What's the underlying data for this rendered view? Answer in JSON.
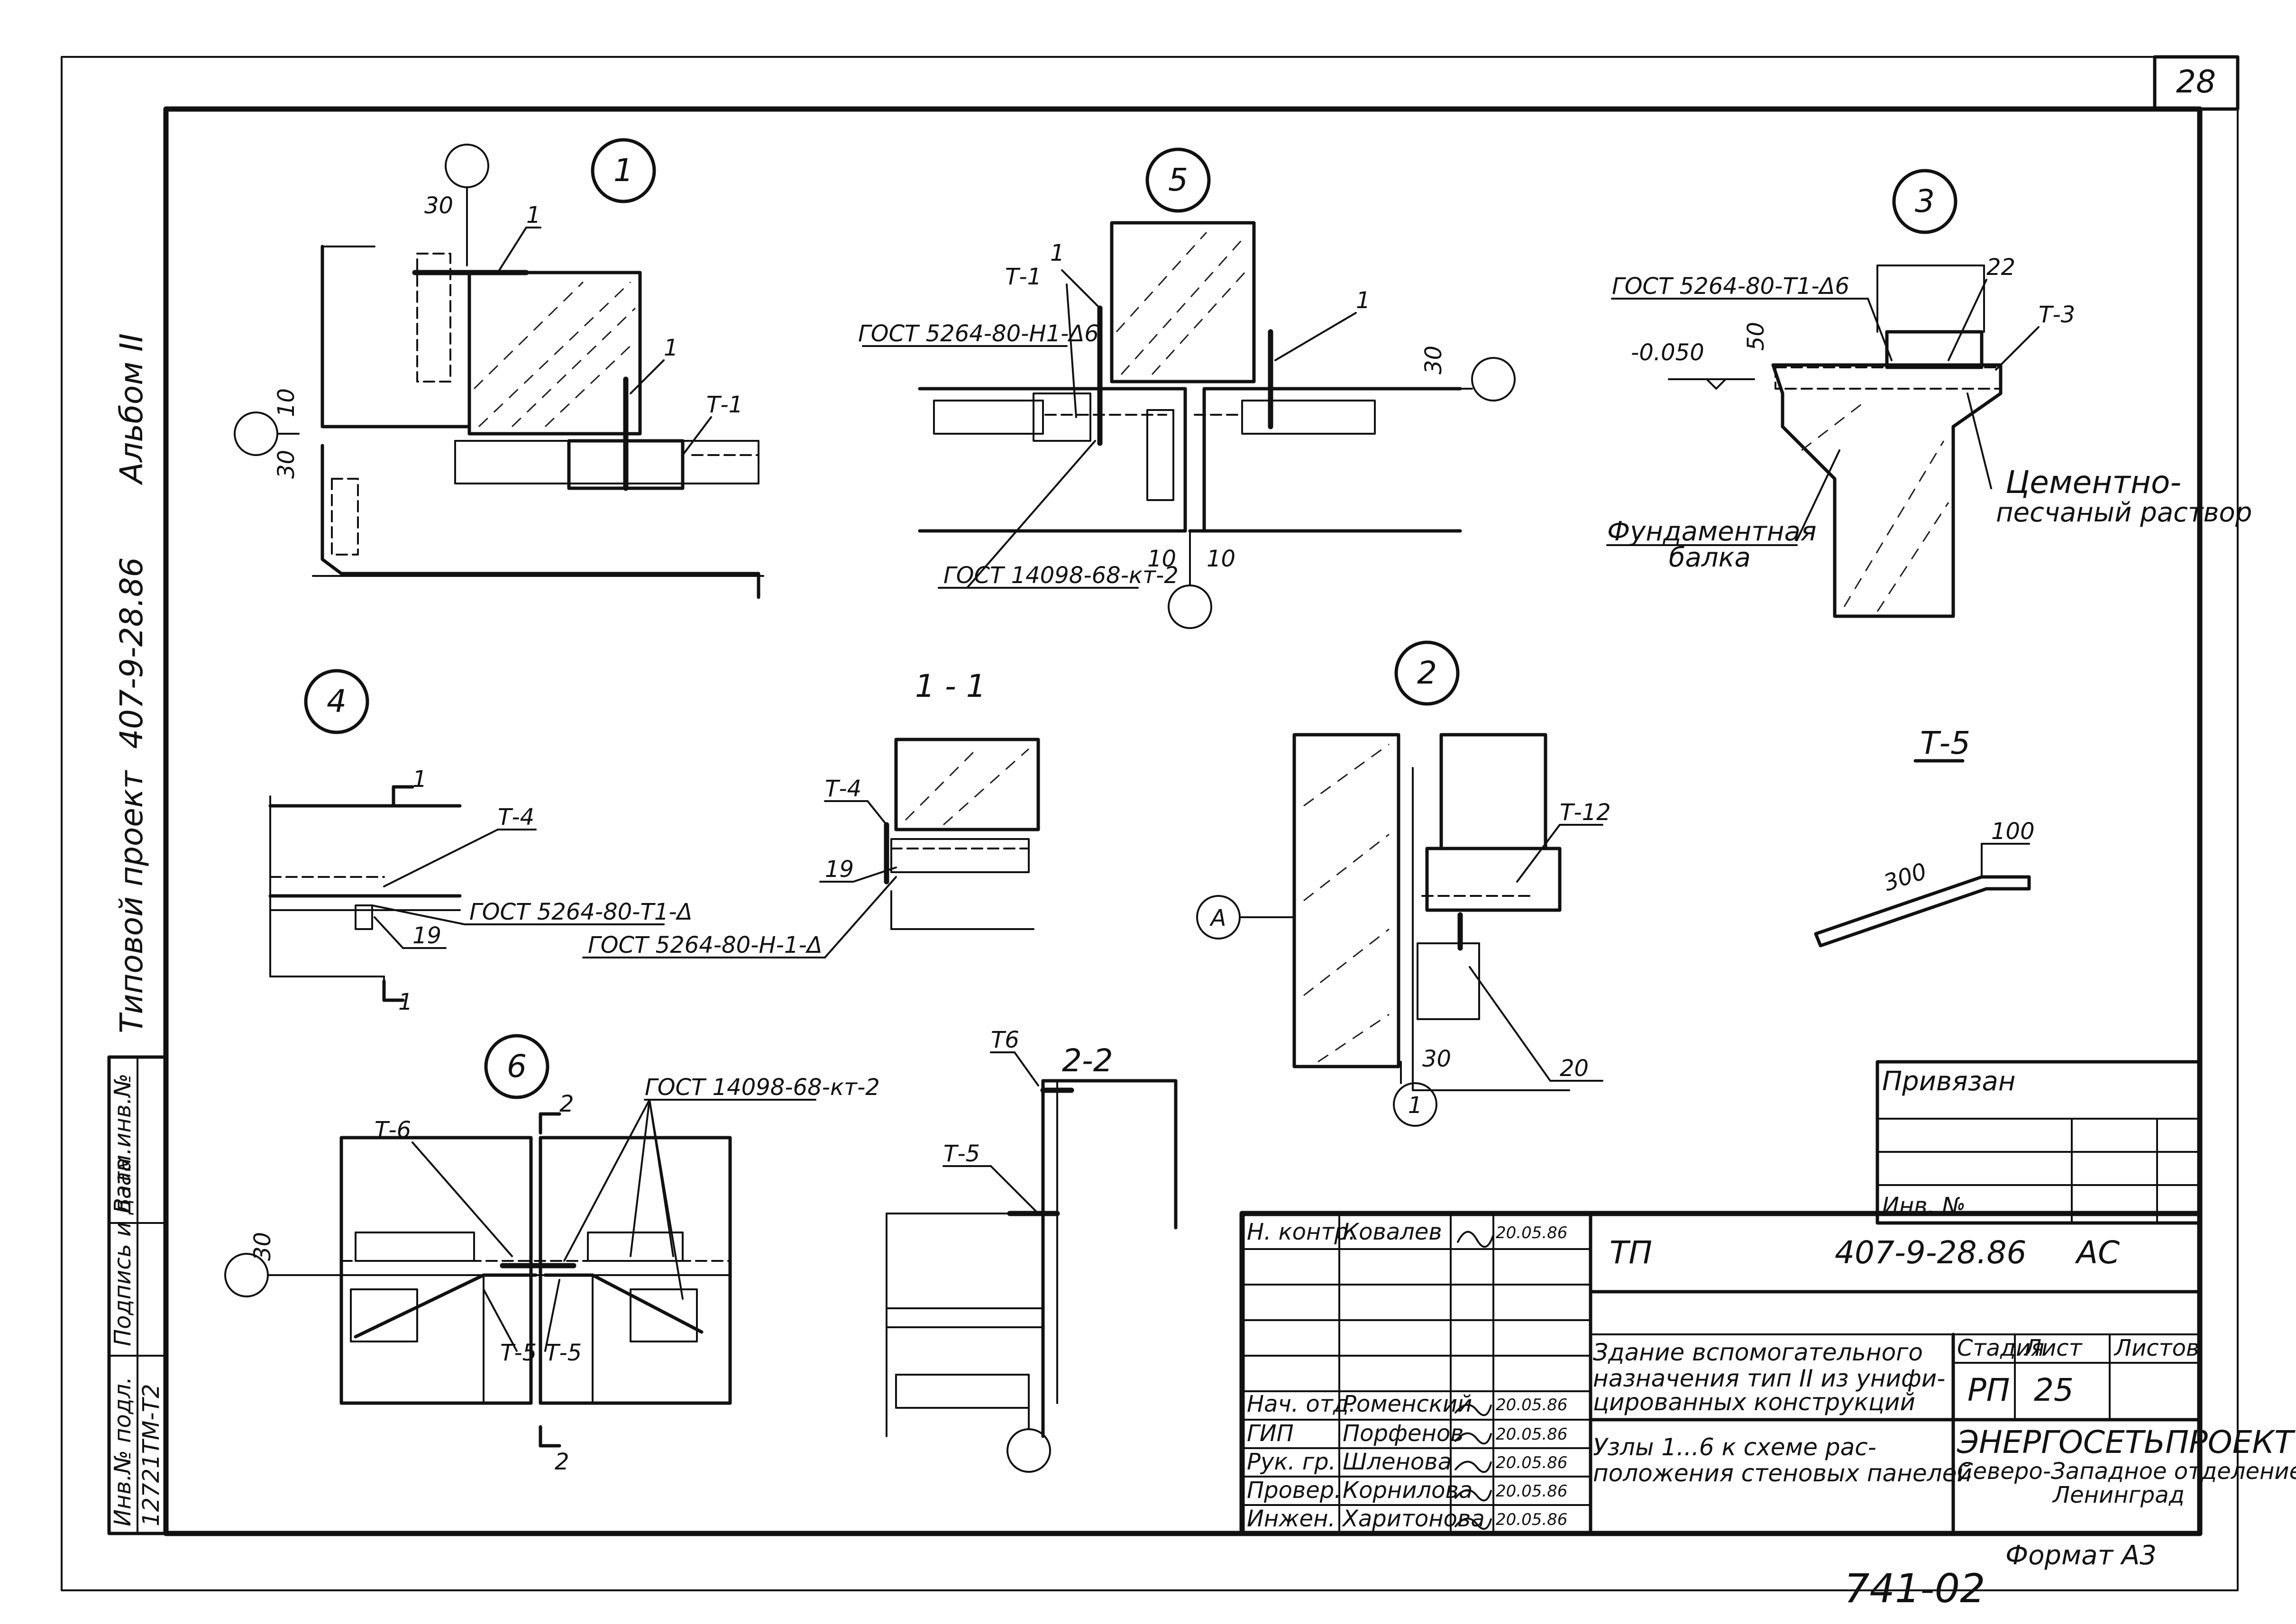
{
  "sheet": {
    "page_number": "28",
    "album": "Альбом II",
    "project_code": "407-9-28.86",
    "project_type": "Типовой проект",
    "approval_code": "741-02",
    "format": "Формат А3"
  },
  "side_stamp": {
    "col1_label": "Инв.№ подл.",
    "col1_value": "12721ТМ-Т2",
    "col2_label": "Подпись и дата",
    "col3_label": "Взам.инв.№"
  },
  "markers": {
    "node1": "1",
    "node5": "5",
    "node3": "3",
    "node4": "4",
    "node2": "2",
    "node6": "6",
    "axis_a": "А",
    "axis_1": "1"
  },
  "node1": {
    "dim_30_top": "30",
    "dim_10": "10",
    "dim_30_left": "30",
    "label_1a": "1",
    "label_1b": "1",
    "label_t1": "Т-1"
  },
  "node5": {
    "label_t1": "Т-1",
    "label_1a": "1",
    "label_1b": "1",
    "gost_weld": "ГОСТ 5264-80-Н1-Δ6",
    "gost_kt": "ГОСТ 14098-68-кт-2",
    "dim_30": "30",
    "dim_10a": "10",
    "dim_10b": "10"
  },
  "node3": {
    "gost_weld": "ГОСТ 5264-80-Т1-Δ6",
    "level": "-0.050",
    "dim_50": "50",
    "label_22": "22",
    "label_t3": "Т-3",
    "cement_1": "Цементно-",
    "cement_2": "песчаный раствор",
    "beam_1": "Фундаментная",
    "beam_2": "балка"
  },
  "node4": {
    "cut_1a": "1",
    "cut_1b": "1",
    "label_t4": "Т-4",
    "label_19": "19",
    "gost_t1": "ГОСТ 5264-80-Т1-Δ"
  },
  "section11": {
    "title": "1 - 1",
    "label_t4": "Т-4",
    "label_19": "19",
    "gost_h1": "ГОСТ 5264-80-Н-1-Δ"
  },
  "node2": {
    "label_t12": "Т-12",
    "label_20": "20",
    "dim_30": "30"
  },
  "t5": {
    "title": "Т-5",
    "dim_300": "300",
    "dim_100": "100"
  },
  "node6": {
    "label_t6": "Т-6",
    "cut_2a": "2",
    "cut_2b": "2",
    "gost_kt": "ГОСТ 14098-68-кт-2",
    "dim_30": "30",
    "label_t5a": "Т-5",
    "label_t5b": "Т-5"
  },
  "section22": {
    "title": "2-2",
    "label_t6": "Т6",
    "label_t5": "Т-5"
  },
  "binding": {
    "title": "Привязан",
    "inv_label": "Инв. №"
  },
  "title_block": {
    "rows": [
      {
        "role": "Н. контр.",
        "name": "Ковалев",
        "date": "20.05.86"
      },
      {
        "role": "",
        "name": "",
        "date": ""
      },
      {
        "role": "",
        "name": "",
        "date": ""
      },
      {
        "role": "",
        "name": "",
        "date": ""
      },
      {
        "role": "Нач. отд.",
        "name": "Роменский",
        "date": "20.05.86"
      },
      {
        "role": "ГИП",
        "name": "Порфенов",
        "date": "20.05.86"
      },
      {
        "role": "Рук. гр.",
        "name": "Шленова",
        "date": "20.05.86"
      },
      {
        "role": "Провер.",
        "name": "Корнилова",
        "date": "20.05.86"
      },
      {
        "role": "Инжен.",
        "name": "Харитонова",
        "date": "20.05.86"
      }
    ],
    "tp_label": "ТП",
    "code": "407-9-28.86",
    "mark": "АС",
    "building_1": "Здание вспомогательного",
    "building_2": "назначения тип II из унифи-",
    "building_3": "цированных конструкций",
    "sheet_title_1": "Узлы 1...6 к схеме рас-",
    "sheet_title_2": "положения стеновых панелей",
    "stage_label": "Стадия",
    "sheet_label": "Лист",
    "sheets_label": "Листов",
    "stage": "РП",
    "sheet_no": "25",
    "org_1": "ЭНЕРГОСЕТЬПРОЕКТ",
    "org_2": "Северо-Западное отделение",
    "org_3": "Ленинград"
  }
}
